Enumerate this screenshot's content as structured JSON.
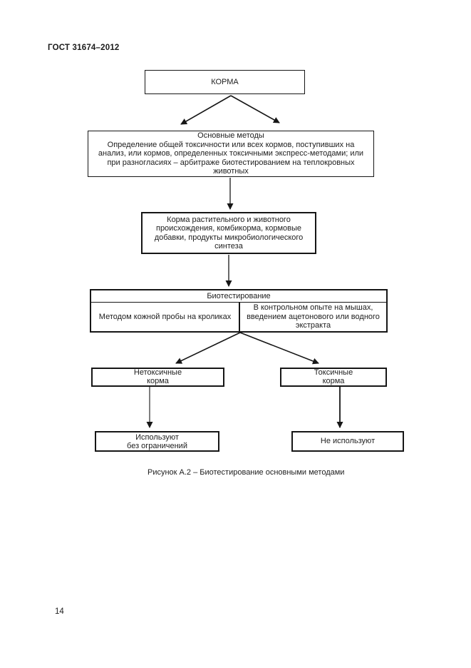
{
  "page": {
    "header_title": "ГОСТ 31674–2012",
    "page_number": "14",
    "caption": "Рисунок А.2 – Биотестирование основными методами"
  },
  "flowchart": {
    "korma_label": "КОРМА",
    "main_methods_lines": [
      "Основные методы",
      "Определение общей токсичности или всех кормов, поступивших на",
      "анализ, или кормов, определенных токсичными экспресс-методами; или",
      "при разногласиях – арбитраже биотестированием на теплокровных",
      "животных"
    ],
    "feed_types_lines": [
      "Корма растительного и животного",
      "происхождения, комбикорма, кормовые",
      "добавки, продукты микробиологического",
      "синтеза"
    ],
    "biotest": {
      "header": "Биотестирование",
      "left_cell": "Методом кожной пробы на кроликах",
      "right_cell_lines": [
        "В контрольном опыте на мышах,",
        "введением ацетонового или водного",
        "экстракта"
      ]
    },
    "nontoxic_lines": [
      "Нетоксичные",
      "корма"
    ],
    "toxic_lines": [
      "Токсичные",
      "корма"
    ],
    "use_lines": [
      "Используют",
      "без ограничений"
    ],
    "no_use_label": "Не используют"
  },
  "colors": {
    "ink": "#161616",
    "background": "#ffffff"
  }
}
